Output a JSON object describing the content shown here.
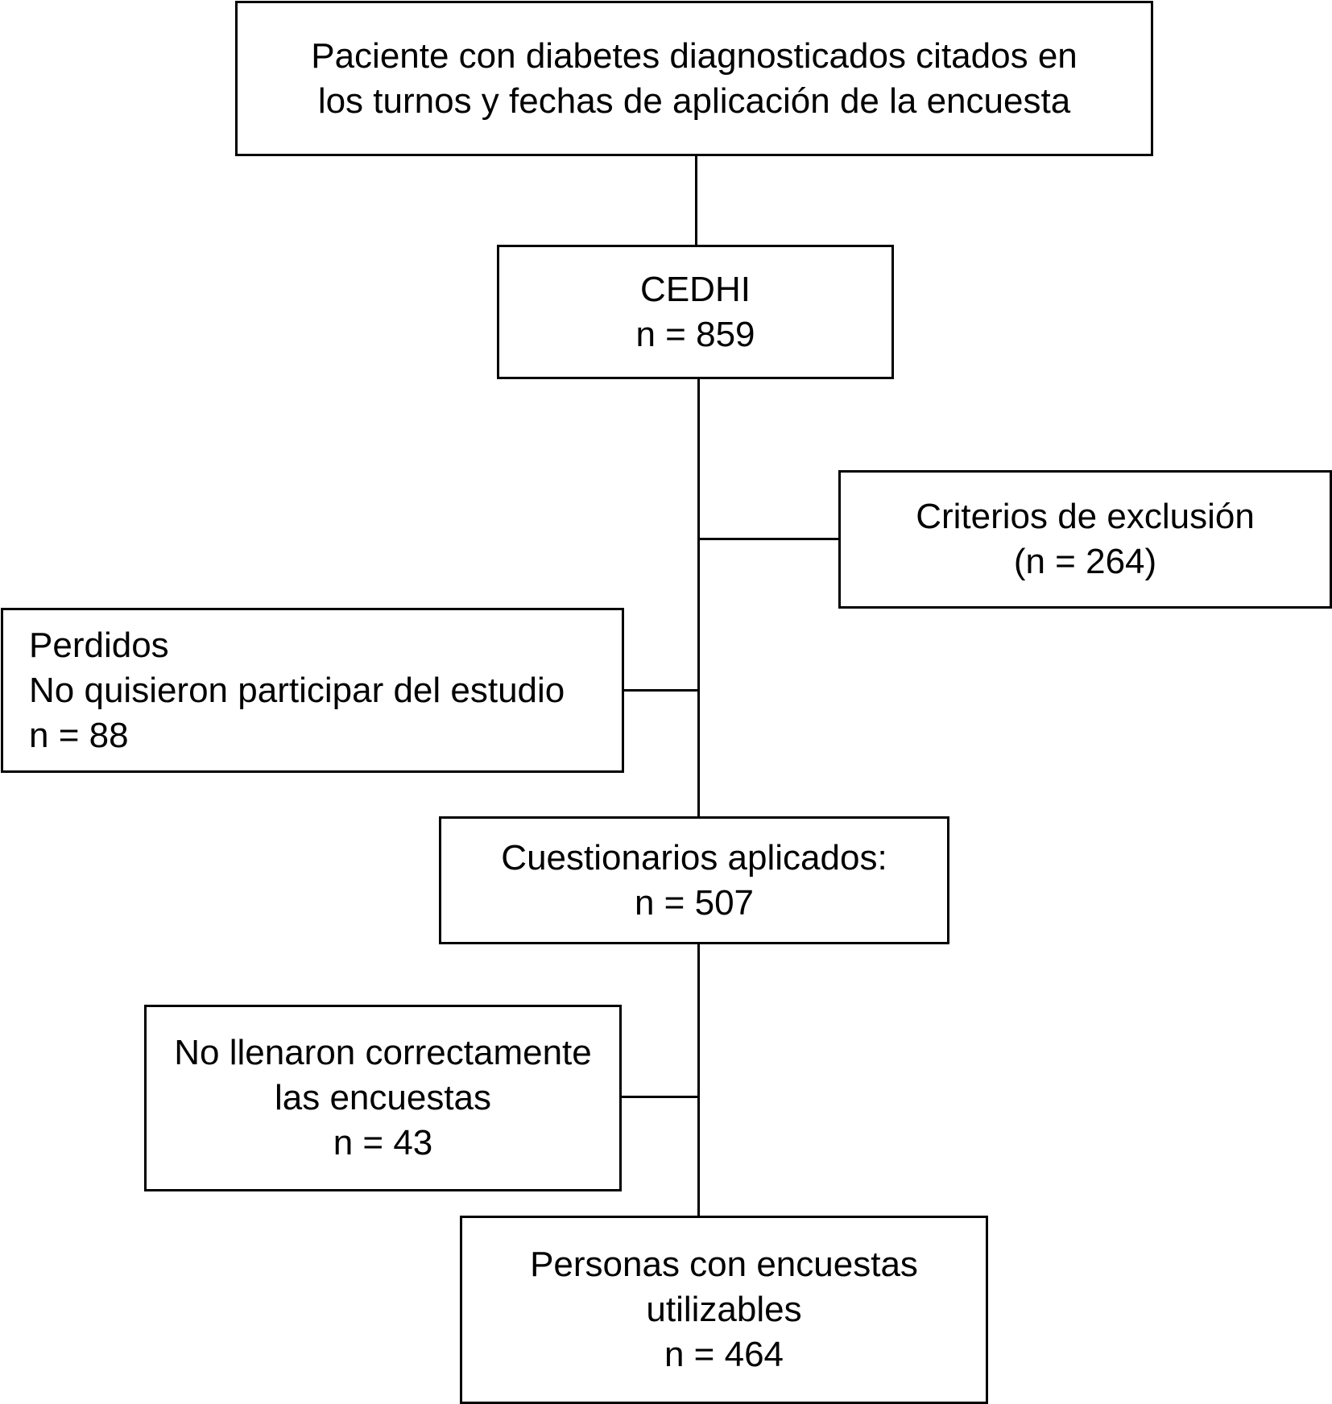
{
  "boxes": {
    "source": {
      "line1": "Paciente con diabetes diagnosticados citados en",
      "line2": "los turnos y fechas de aplicación de la encuesta"
    },
    "cedhi": {
      "line1": "CEDHI",
      "line2": "n = 859"
    },
    "exclusion": {
      "line1": "Criterios de exclusión",
      "line2": "(n = 264)"
    },
    "lost": {
      "line1": "Perdidos",
      "line2": "No quisieron participar del estudio",
      "line3": "n = 88"
    },
    "applied": {
      "line1": "Cuestionarios aplicados:",
      "line2": "n = 507"
    },
    "incorrect": {
      "line1": "No llenaron correctamente",
      "line2": "las encuestas",
      "line3": "n = 43"
    },
    "usable": {
      "line1": "Personas con encuestas",
      "line2": "utilizables",
      "line3": "n = 464"
    }
  },
  "colors": {
    "stroke": "#000000",
    "background": "#ffffff"
  }
}
